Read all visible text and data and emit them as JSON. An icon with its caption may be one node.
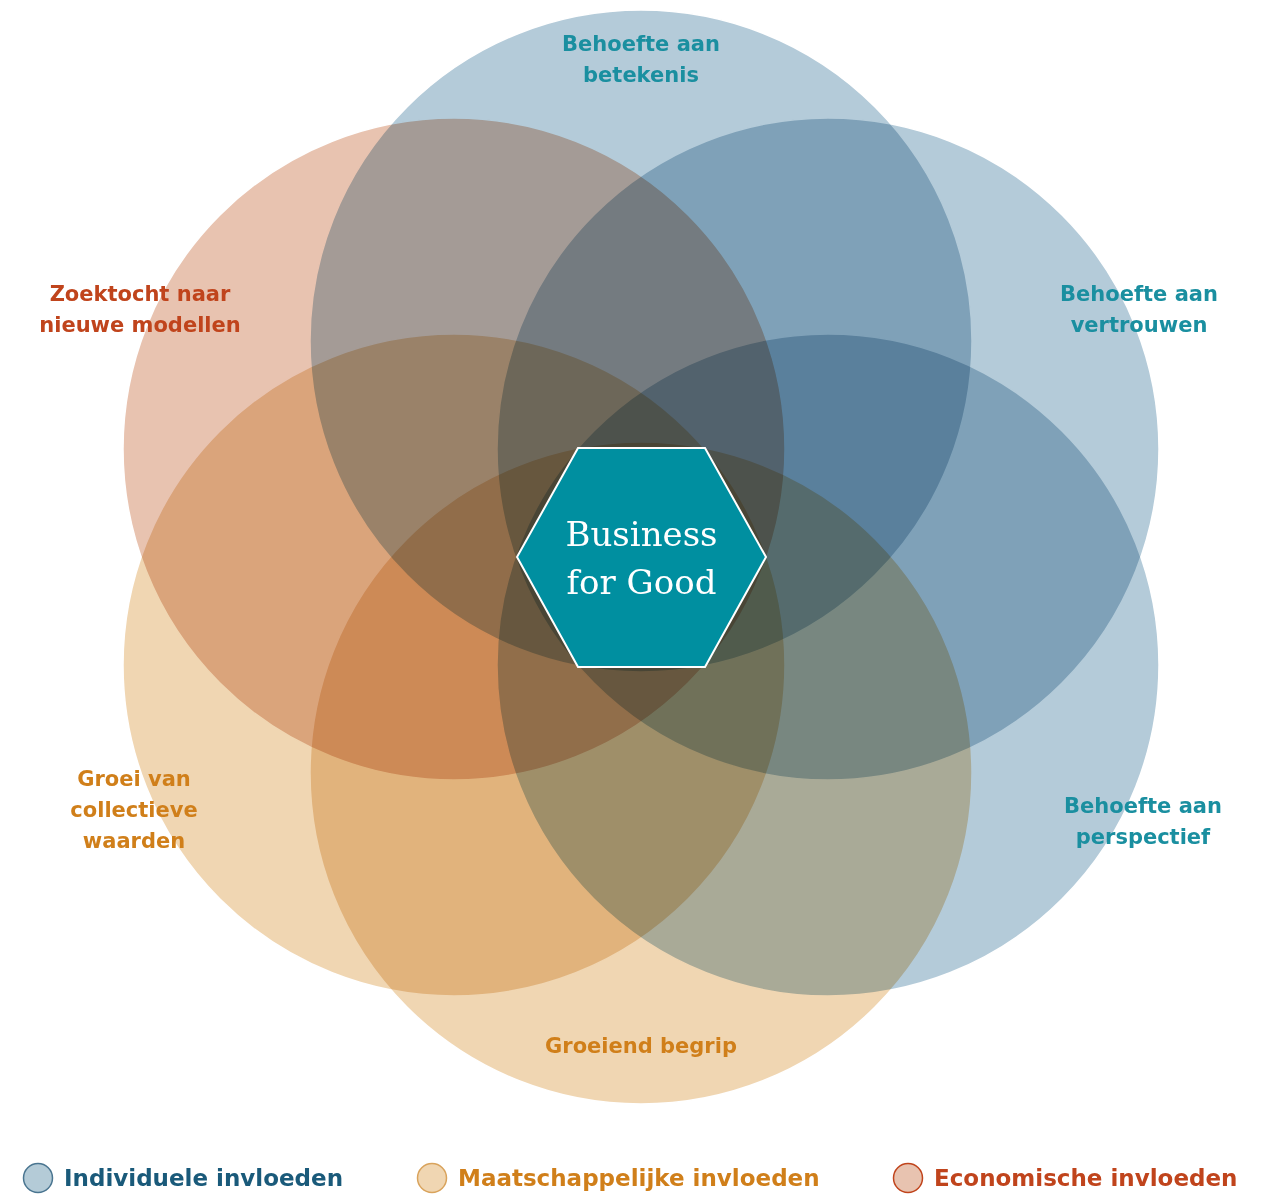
{
  "diagram": {
    "nodes": [
      {
        "text": [
          "Behoefte aan betekenis"
        ]
      },
      {
        "text": [
          "Zoektocht naar nieuwe modellen"
        ]
      },
      {
        "text": [
          "Behoefte aan vertrouwen"
        ]
      },
      {
        "text": [
          "Business for Good"
        ]
      },
      {
        "text": [
          "Groei van collectieve waarden"
        ]
      },
      {
        "text": [
          "Behoefte aan perspectief"
        ]
      },
      {
        "text": [
          "Groeiend begrip"
        ]
      }
    ],
    "legend": [
      {
        "text": "Individuele invloeden",
        "color": "#b4cbd7"
      },
      {
        "text": "Maatschappelijke invloeden",
        "color": "#f0d6b2"
      },
      {
        "text": "Economische invloeden",
        "color": "#e8c3b0"
      }
    ]
  }
}
